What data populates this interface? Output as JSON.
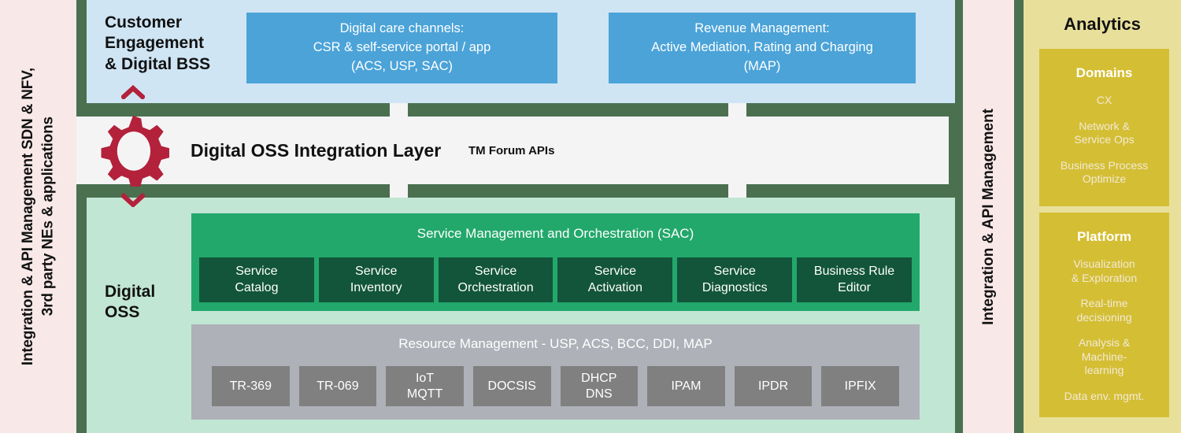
{
  "left_rail": {
    "label": "Integration & API Management SDN & NFV,\n3rd party NEs & applications"
  },
  "right_rail": {
    "label": "Integration & API Management"
  },
  "customer_engagement": {
    "label": "Customer\nEngagement\n& Digital BSS",
    "boxes": [
      {
        "text": "Digital care channels:\nCSR & self-service portal / app\n(ACS, USP, SAC)"
      },
      {
        "text": "Revenue Management:\nActive Mediation, Rating and Charging\n(MAP)"
      }
    ]
  },
  "integration_layer": {
    "title": "Digital OSS Integration Layer",
    "subtitle": "TM Forum APIs"
  },
  "digital_oss": {
    "label": "Digital\nOSS",
    "service_management": {
      "title": "Service Management and Orchestration (SAC)",
      "tiles": [
        "Service\nCatalog",
        "Service\nInventory",
        "Service\nOrchestration",
        "Service\nActivation",
        "Service\nDiagnostics",
        "Business Rule\nEditor"
      ]
    },
    "resource_management": {
      "title": "Resource Management - USP, ACS, BCC, DDI, MAP",
      "tiles": [
        "TR-369",
        "TR-069",
        "IoT\nMQTT",
        "DOCSIS",
        "DHCP\nDNS",
        "IPAM",
        "IPDR",
        "IPFIX"
      ]
    }
  },
  "analytics": {
    "title": "Analytics",
    "cards": [
      {
        "heading": "Domains",
        "items": [
          "CX",
          "Network &\nService Ops",
          "Business Process\nOptimize"
        ]
      },
      {
        "heading": "Platform",
        "items": [
          "Visualization\n& Exploration",
          "Real-time\ndecisioning",
          "Analysis &\nMachine-\nlearning",
          "Data env. mgmt."
        ]
      }
    ]
  },
  "colors": {
    "pink_rail": "#f8e8e8",
    "dark_green": "#4a7050",
    "light_blue_band": "#cfe5f4",
    "blue_box": "#4ba3d8",
    "white_layer": "#f4f4f5",
    "mint_band": "#c2e6d4",
    "emerald": "#22a86b",
    "dark_teal": "#12553a",
    "grey_block": "#aeb1b8",
    "grey_tile": "#808080",
    "light_yellow": "#e8e09a",
    "gold": "#d4be34",
    "crimson_gear": "#b3213a"
  },
  "icons": {
    "gear": "gear-icon",
    "chevron_up": "chevron-up-icon",
    "chevron_down": "chevron-down-icon"
  }
}
